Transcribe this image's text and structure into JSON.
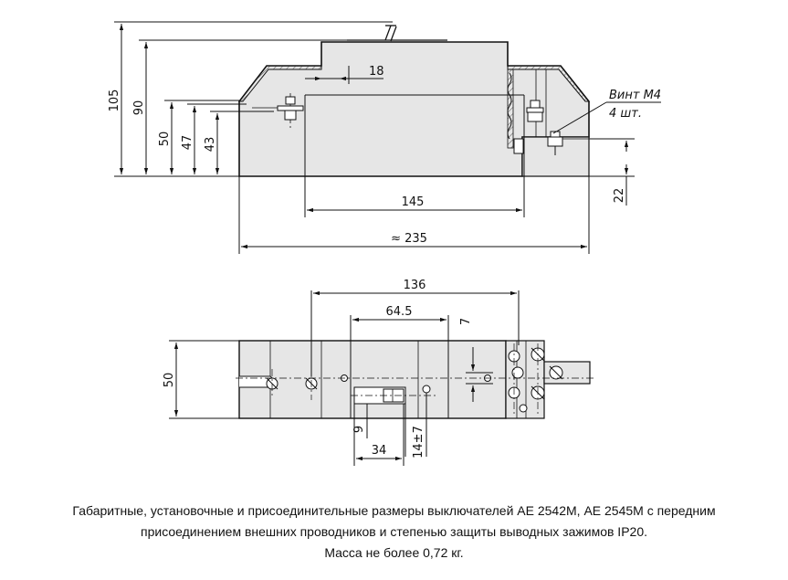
{
  "side_view": {
    "dims": {
      "h105": "105",
      "h90": "90",
      "h50": "50",
      "h47": "47",
      "h43": "43",
      "w18": "18",
      "w145": "145",
      "w235": "≈ 235",
      "h22": "22"
    },
    "callout": {
      "line1": "Винт М4",
      "line2": "4 шт."
    }
  },
  "plan_view": {
    "dims": {
      "w136": "136",
      "w64_5": "64.5",
      "h7": "7",
      "h50": "50",
      "h9": "9",
      "w34": "34",
      "h14_7": "14±7"
    }
  },
  "caption": {
    "line1": "Габаритные, установочные и  присоединительные размеры выключателей АЕ 2542М, АЕ 2545М с передним",
    "line2": "присоединением внешних проводников и степенью защиты выводных зажимов IP20.",
    "line3": "Масса не более 0,72 кг."
  },
  "colors": {
    "body_fill": "#e6e6e6",
    "line": "#111111"
  }
}
